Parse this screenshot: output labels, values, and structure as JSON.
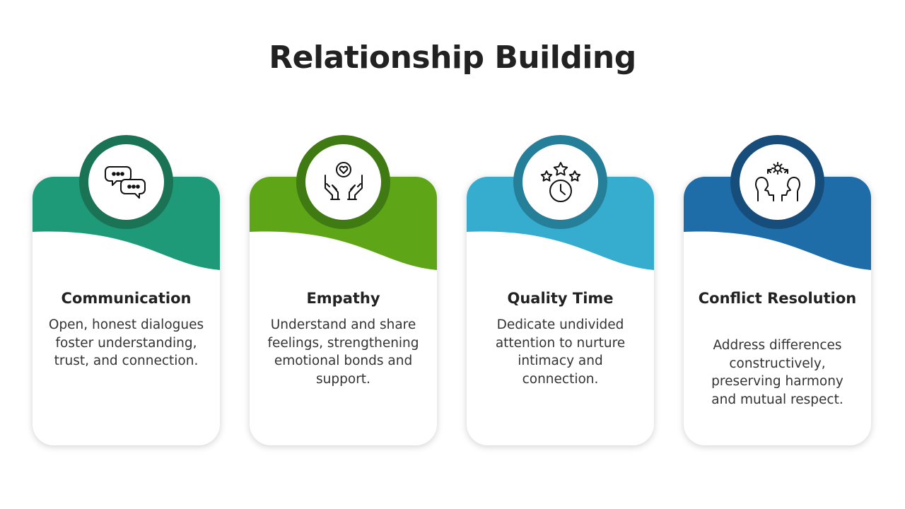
{
  "title": "Relationship Building",
  "cards": [
    {
      "title": "Communication",
      "description": "Open, honest dialogues foster understanding, trust, and connection.",
      "icon": "speech-bubbles-icon",
      "color": "#1e9a78",
      "ring_color": "#1a7354"
    },
    {
      "title": "Empathy",
      "description": "Understand and share feelings, strengthening emotional bonds and support.",
      "icon": "hands-heart-icon",
      "color": "#5ea617",
      "ring_color": "#3f7a12"
    },
    {
      "title": "Quality Time",
      "description": "Dedicate undivided attention to nurture intimacy and connection.",
      "icon": "stars-clock-icon",
      "color": "#36adcf",
      "ring_color": "#257f99"
    },
    {
      "title": "Conflict Resolution",
      "description": "Address differences constructively, preserving harmony and mutual respect.",
      "icon": "heads-gear-icon",
      "color": "#1e6ca8",
      "ring_color": "#174d7a"
    }
  ]
}
